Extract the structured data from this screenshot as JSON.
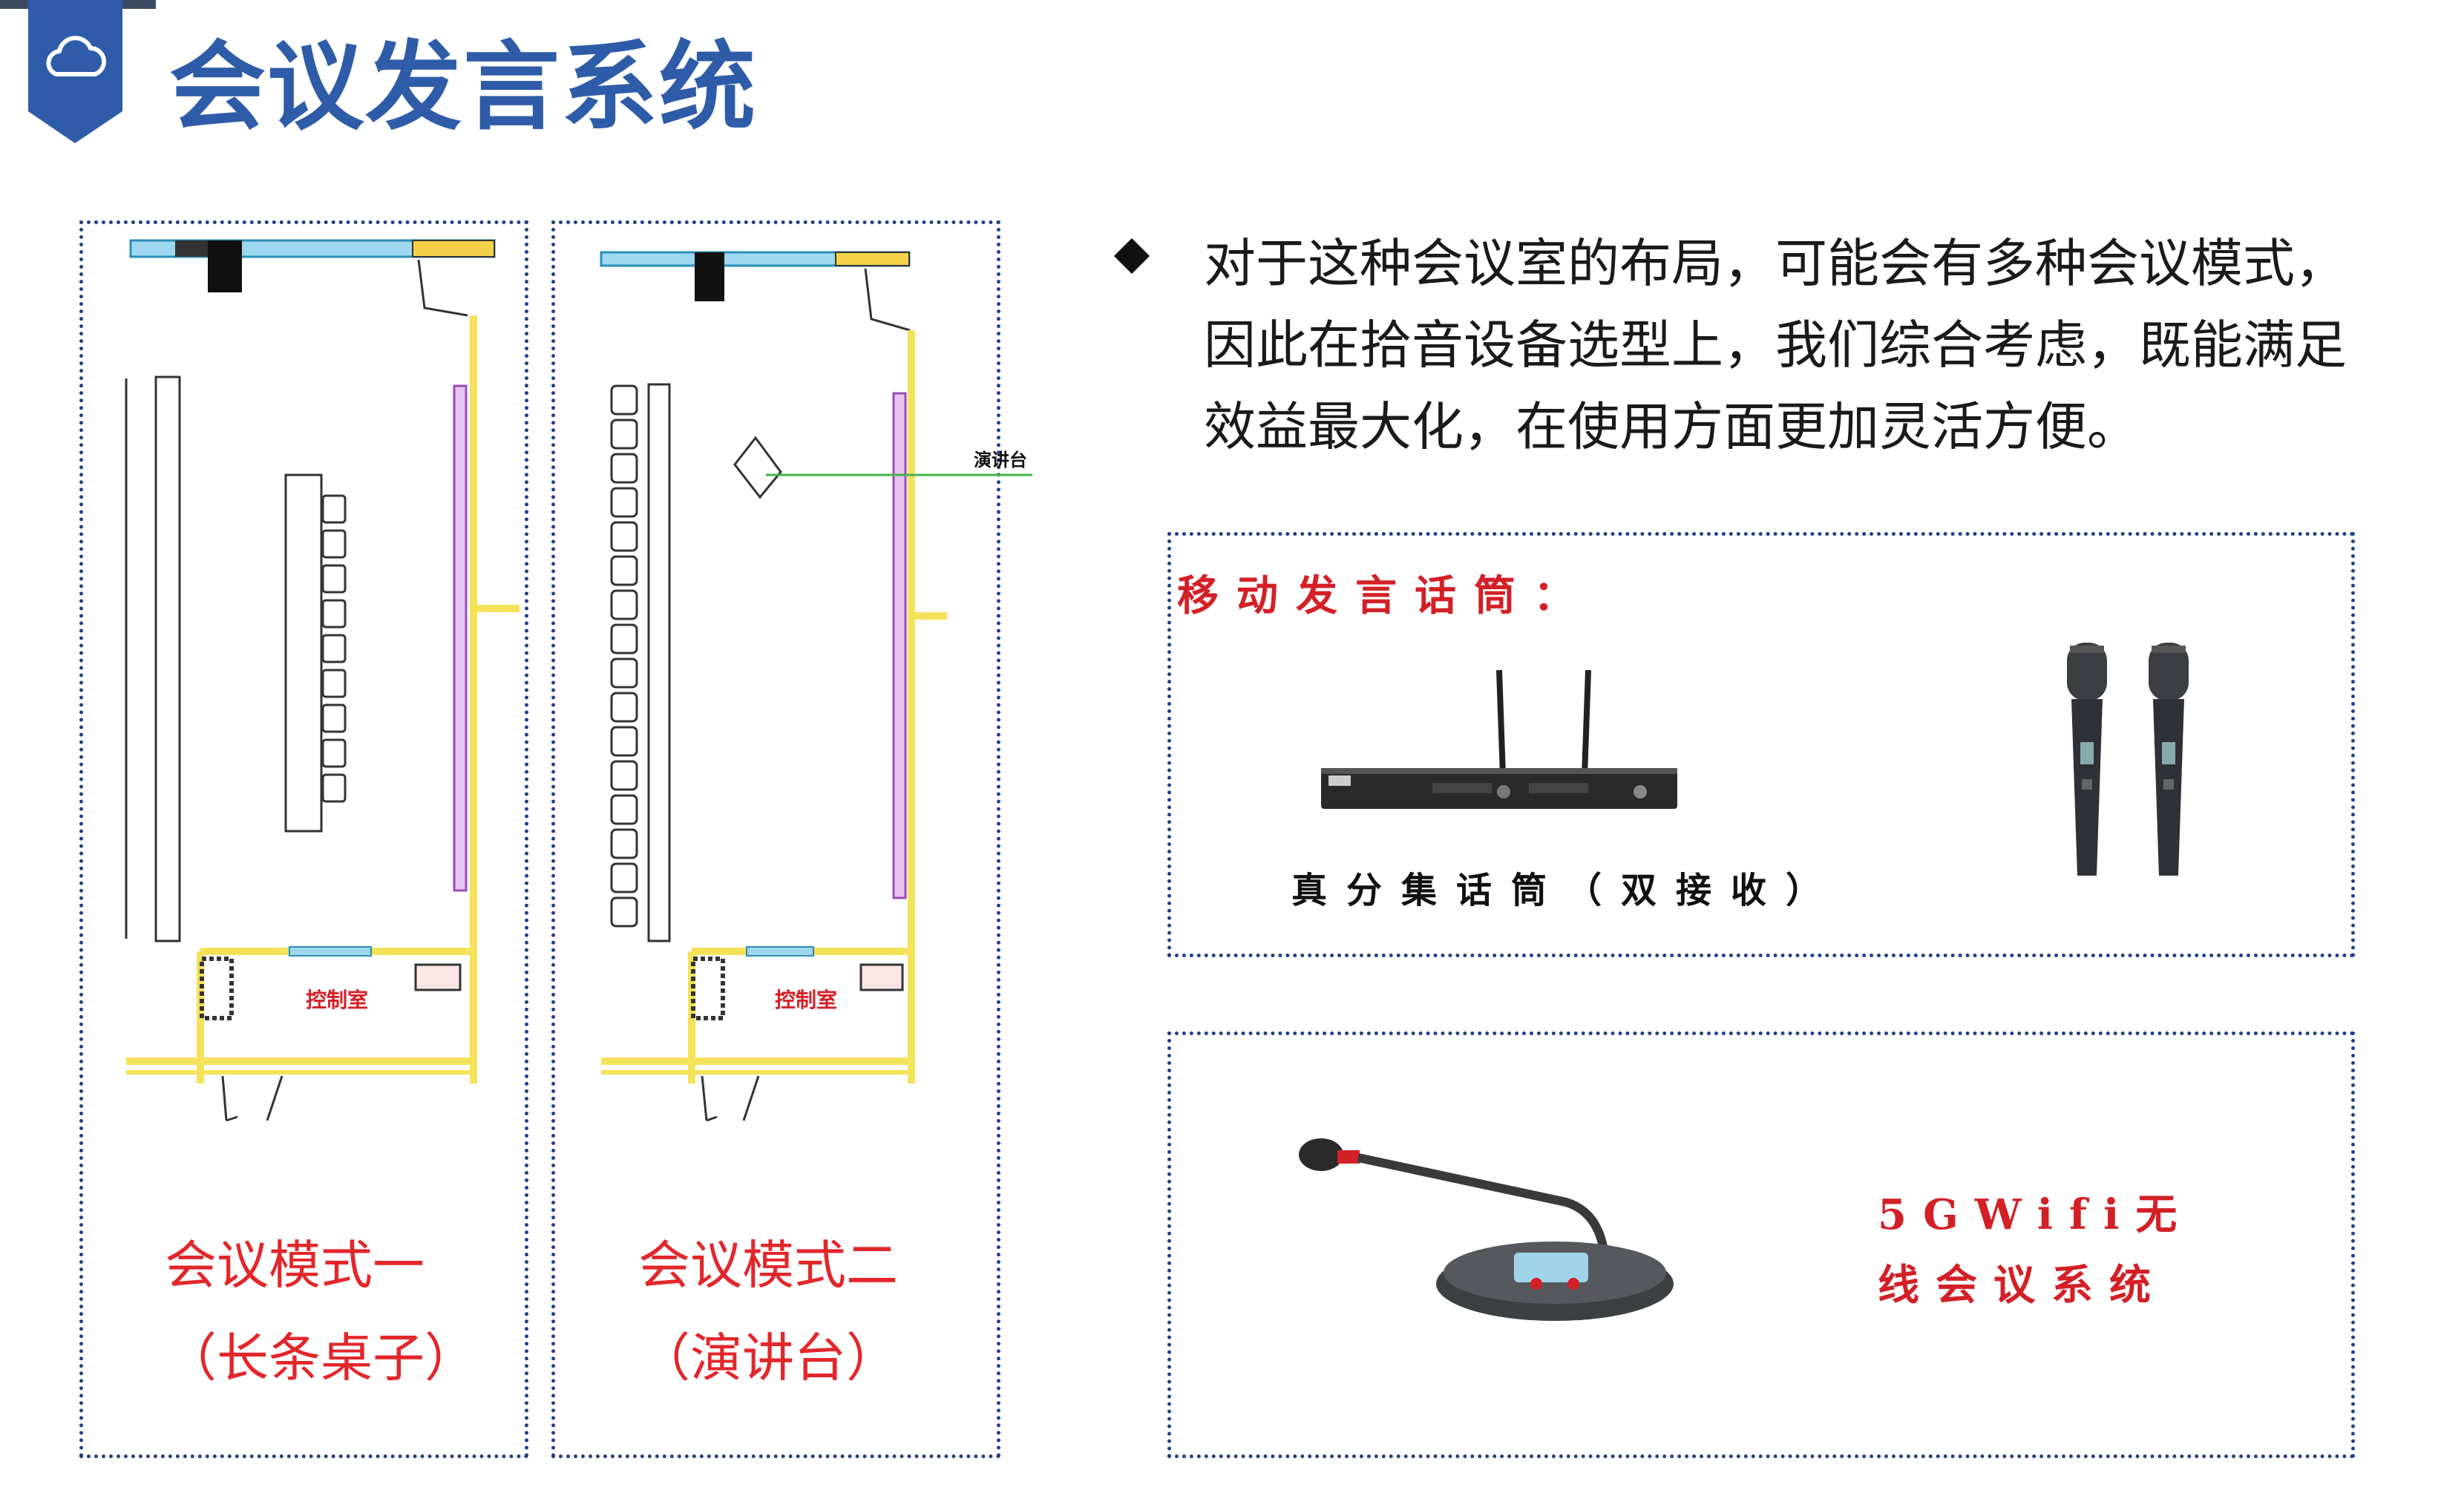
{
  "header": {
    "title": "会议发言系统",
    "badge_icon": "cloud-icon",
    "colors": {
      "badge": "#2e5ca8",
      "title": "#2e5ca8",
      "accent_red": "#d32027"
    }
  },
  "layouts": [
    {
      "mode": "会议模式一",
      "detail": "（长条桌子）",
      "control_room_label": "控制室"
    },
    {
      "mode": "会议模式二",
      "detail": "（演讲台）",
      "control_room_label": "控制室",
      "podium_label": "演讲台"
    }
  ],
  "description": "对于这种会议室的布局，可能会有多种会议模式，因此在拾音设备选型上，我们综合考虑，既能满足效益最大化，在使用方面更加灵活方便。",
  "mobile_mic": {
    "title": "移动发言话筒：",
    "receiver_caption": "真分集话筒（双接收）"
  },
  "wireless_system": {
    "text_line1": "5GWifi无",
    "text_line2": "线会议系统"
  }
}
